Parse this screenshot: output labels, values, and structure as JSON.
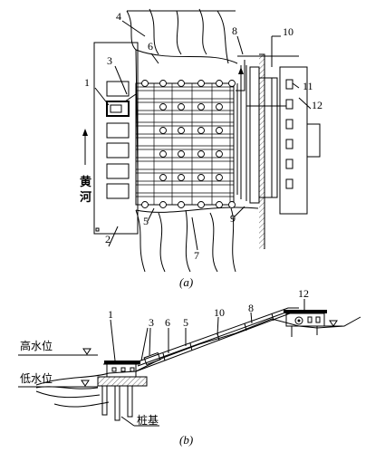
{
  "plan": {
    "river": "黄河",
    "caption": "(a)",
    "labels": [
      "1",
      "2",
      "3",
      "4",
      "5",
      "6",
      "7",
      "8",
      "9",
      "10",
      "11",
      "12"
    ]
  },
  "section": {
    "caption": "(b)",
    "high_water": "高水位",
    "low_water": "低水位",
    "pile": "桩基",
    "labels": [
      "1",
      "3",
      "6",
      "5",
      "10",
      "8",
      "12"
    ]
  }
}
